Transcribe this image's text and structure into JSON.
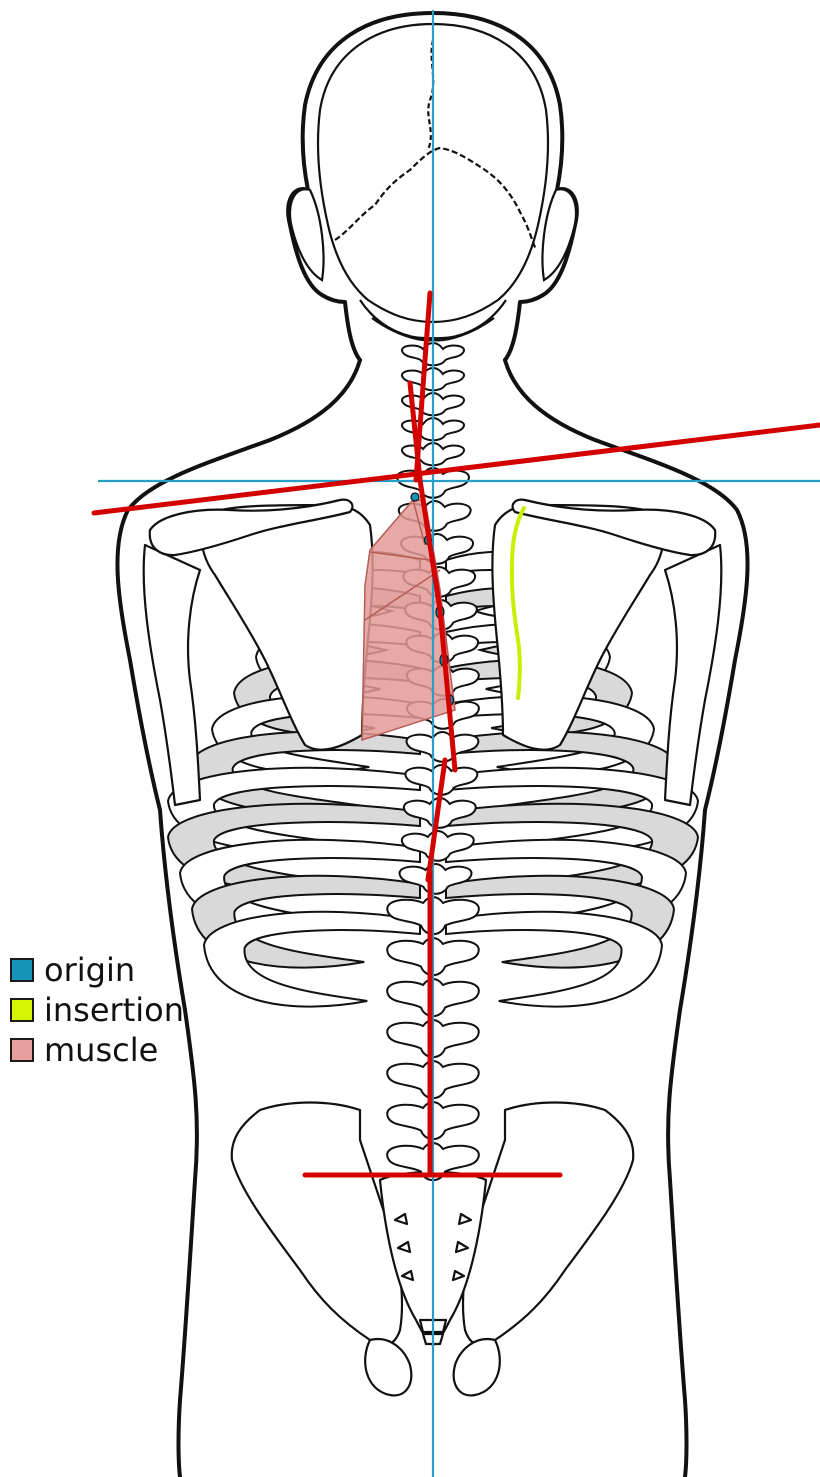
{
  "legend": [
    {
      "label": "origin",
      "color": "#1593b8"
    },
    {
      "label": "insertion",
      "color": "#d6f500"
    },
    {
      "label": "muscle",
      "color": "#e7a09c"
    }
  ],
  "colors": {
    "outline": "#111111",
    "bone_fill": "#ffffff",
    "rib_shade": "#d9d9d9",
    "reference_line": "#2a9ec9",
    "posture_line": "#d40000",
    "muscle_fill": "#e39a95",
    "muscle_edge": "#c46b66",
    "insertion_edge": "#c8ee00"
  }
}
